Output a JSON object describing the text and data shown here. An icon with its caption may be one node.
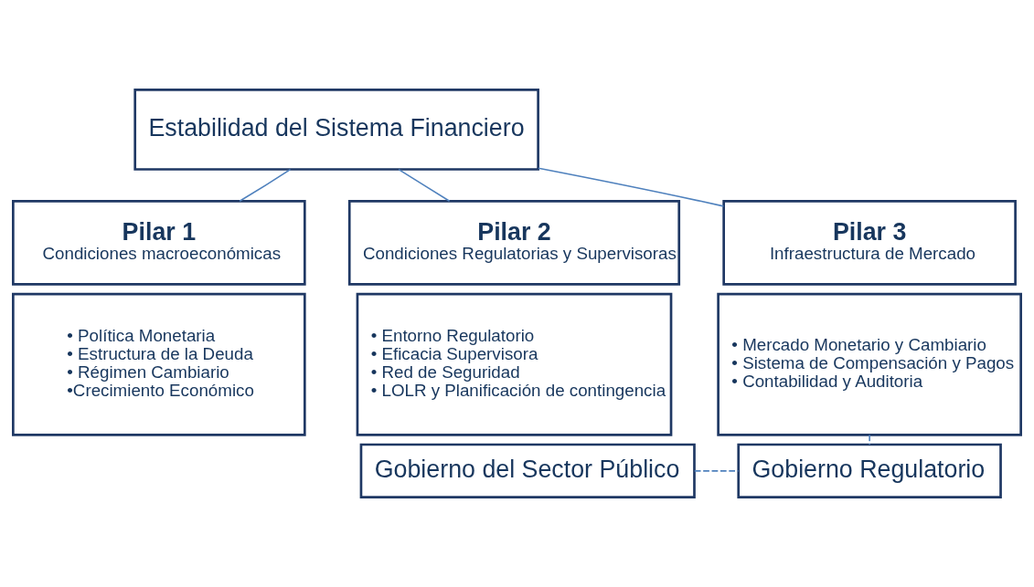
{
  "diagram": {
    "nodes": [
      {
        "text": [
          "Estabilidad del Sistema Financiero"
        ]
      },
      {
        "text": [
          "Pilar 1",
          "Condiciones macroeconómicas"
        ]
      },
      {
        "text": [
          "Pilar 2",
          "Condiciones Regulatorias y Supervisoras"
        ]
      },
      {
        "text": [
          "Pilar 3",
          "Infraestructura de Mercado"
        ]
      },
      {
        "text": [
          "• Política Monetaria",
          "• Estructura de la Deuda",
          "• Régimen Cambiario",
          "•Crecimiento Económico"
        ]
      },
      {
        "text": [
          "• Entorno Regulatorio",
          "• Eficacia Supervisora",
          "• Red de Seguridad",
          "• LOLR y Planificación de contingencia"
        ]
      },
      {
        "text": [
          "• Mercado Monetario y Cambiario",
          "• Sistema de Compensación y Pagos",
          "• Contabilidad y Auditoria"
        ]
      },
      {
        "text": [
          "Gobierno del Sector Público"
        ]
      },
      {
        "text": [
          "Gobierno Regulatorio"
        ]
      }
    ],
    "edges": [
      {
        "from": 0,
        "to": 1,
        "arrow": "none"
      },
      {
        "from": 0,
        "to": 2,
        "arrow": "none"
      },
      {
        "from": 0,
        "to": 3,
        "arrow": "none"
      },
      {
        "from": 6,
        "to": 8,
        "arrow": "none",
        "style": "dashed"
      },
      {
        "from": 7,
        "to": 8,
        "arrow": "none",
        "style": "dashed"
      }
    ]
  }
}
